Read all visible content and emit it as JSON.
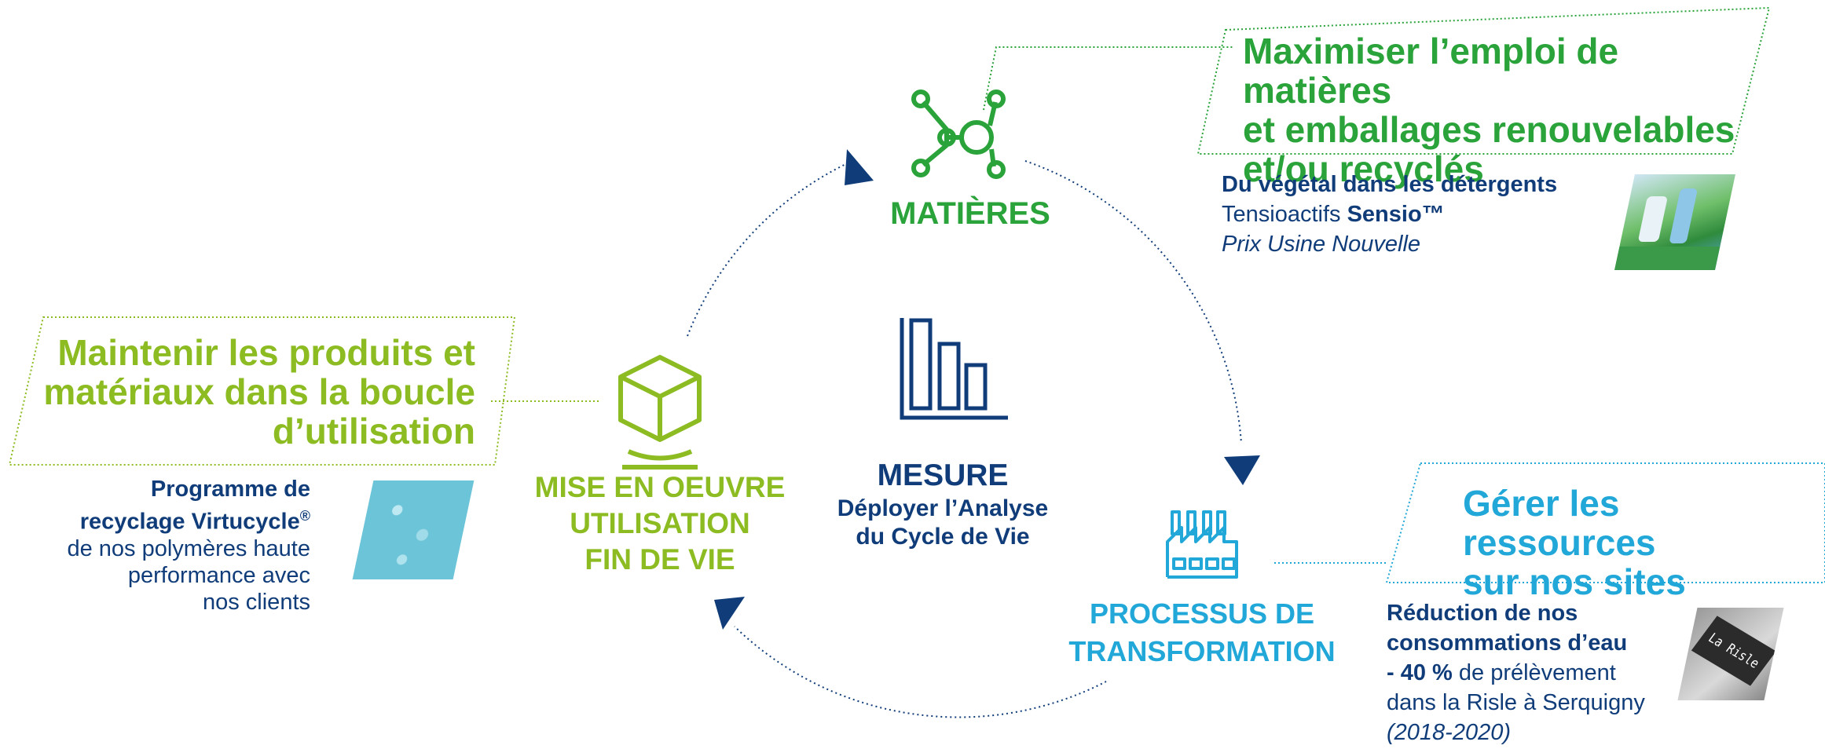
{
  "colors": {
    "green": "#2aa33a",
    "lime": "#8cbc22",
    "cyan": "#22a8d8",
    "navy": "#103d7a"
  },
  "boxes": {
    "top_right": {
      "line1": "Maximiser l’emploi de matières",
      "line2": "et emballages renouvelables",
      "line3": "et/ou recyclés"
    },
    "left": {
      "line1": "Maintenir les produits et",
      "line2": "matériaux dans la boucle",
      "line3": "d’utilisation"
    },
    "bottom_right": {
      "line1": "Gérer les ressources",
      "line2": "sur nos sites"
    }
  },
  "nodes": {
    "matieres": {
      "label": "MATIÈRES",
      "icon": "molecule-icon"
    },
    "mise_en_oeuvre": {
      "line1": "MISE EN OEUVRE",
      "line2": "UTILISATION",
      "line3": "FIN DE VIE",
      "icon": "cube-icon"
    },
    "processus": {
      "line1": "PROCESSUS DE",
      "line2": "TRANSFORMATION",
      "icon": "factory-icon"
    },
    "mesure": {
      "title": "MESURE",
      "line1": "Déployer l’Analyse",
      "line2": "du Cycle de Vie",
      "icon": "bar-chart-icon"
    }
  },
  "examples": {
    "vegetal": {
      "title": "Du végétal dans les détergents",
      "line2_prefix": "Tensioactifs ",
      "line2_brand": "Sensio™",
      "line3": "Prix Usine Nouvelle"
    },
    "virtucycle": {
      "title1": "Programme de",
      "title2": "recyclage Virtucycle",
      "title2_mark": "®",
      "line3": "de nos polymères haute",
      "line4": "performance avec",
      "line5": "nos clients"
    },
    "eau": {
      "title1": "Réduction de nos",
      "title2": "consommations d’eau",
      "line3_bold": "- 40 %",
      "line3_rest": " de prélèvement",
      "line4": "dans la Risle à Serquigny",
      "line5": "(2018-2020)",
      "sign_text": "La Risle"
    }
  }
}
